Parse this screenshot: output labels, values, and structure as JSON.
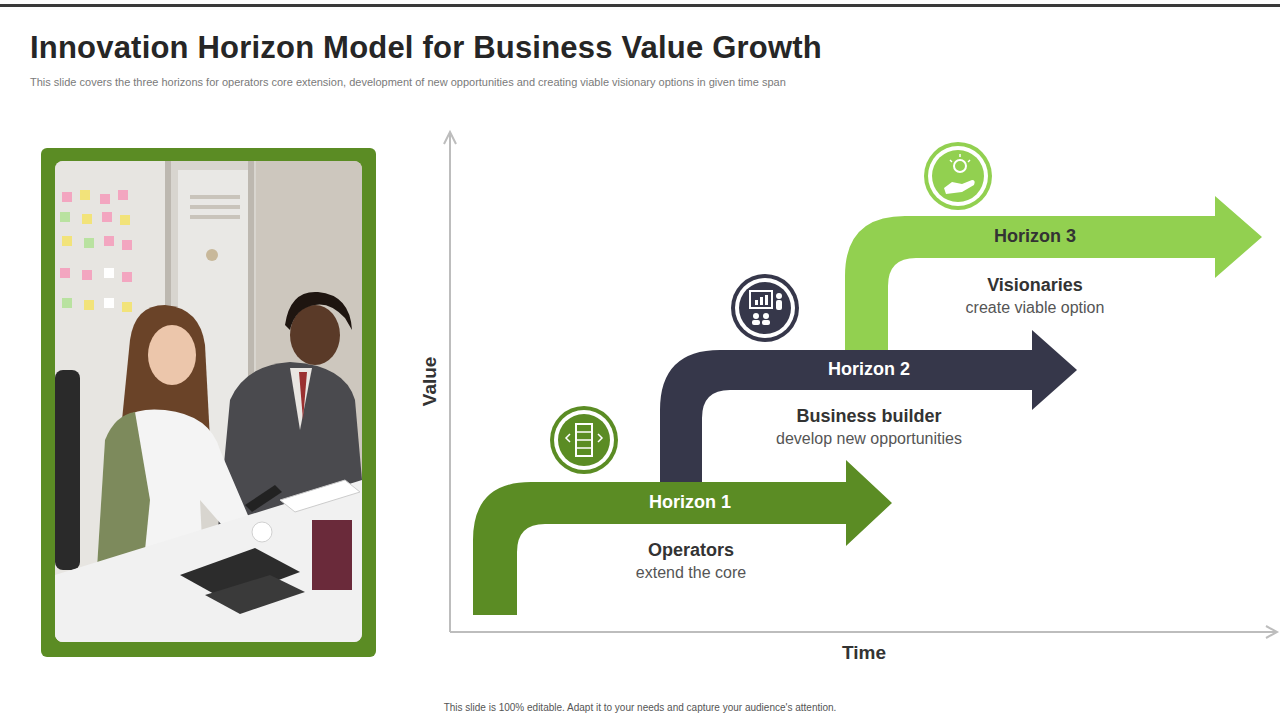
{
  "diagram": {
    "title": "Innovation Horizon Model for Business Value Growth",
    "caption": "This slide covers the three horizons for operators core extension, development of new opportunities and creating viable visionary options in given time span",
    "nodes": [
      {
        "text": [
          "Horizon 1",
          "Operators",
          "extend the core"
        ]
      },
      {
        "text": [
          "Horizon 2",
          "Business builder",
          "develop new opportunities"
        ]
      },
      {
        "text": [
          "Horizon 3",
          "Visionaries",
          "create viable option"
        ]
      }
    ],
    "labels": [
      "Value",
      "Time",
      "This slide is 100% editable. Adapt it to your needs and capture your audience's attention."
    ]
  }
}
